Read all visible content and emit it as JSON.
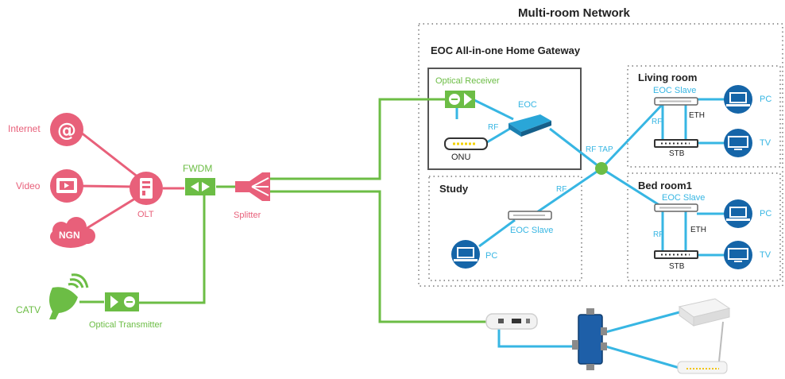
{
  "title": "Multi-room Network",
  "gateway": {
    "title": "EOC All-in-one Home Gateway"
  },
  "sources": {
    "internet": "Internet",
    "video": "Video",
    "ngn": "NGN",
    "olt": "OLT",
    "catv": "CATV"
  },
  "headend": {
    "fwdm": "FWDM",
    "splitter": "Splitter",
    "optical_transmitter": "Optical Transmitter"
  },
  "gateway_parts": {
    "optical_receiver": "Optical Receiver",
    "eoc": "EOC",
    "rf": "RF",
    "onu": "ONU",
    "rf_tap": "RF TAP"
  },
  "rooms": {
    "living": {
      "title": "Living room",
      "slave": "EOC Slave",
      "rf": "RF",
      "eth": "ETH",
      "stb": "STB",
      "pc": "PC",
      "tv": "TV"
    },
    "bed": {
      "title": "Bed room1",
      "slave": "EOC Slave",
      "rf": "RF",
      "eth": "ETH",
      "stb": "STB",
      "pc": "PC",
      "tv": "TV"
    },
    "study": {
      "title": "Study",
      "slave": "EOC Slave",
      "rf": "RF",
      "pc": "PC"
    }
  },
  "colors": {
    "pink": "#e8607a",
    "green": "#6cbd45",
    "blue": "#37b6e3",
    "darkblue": "#1565a8"
  }
}
